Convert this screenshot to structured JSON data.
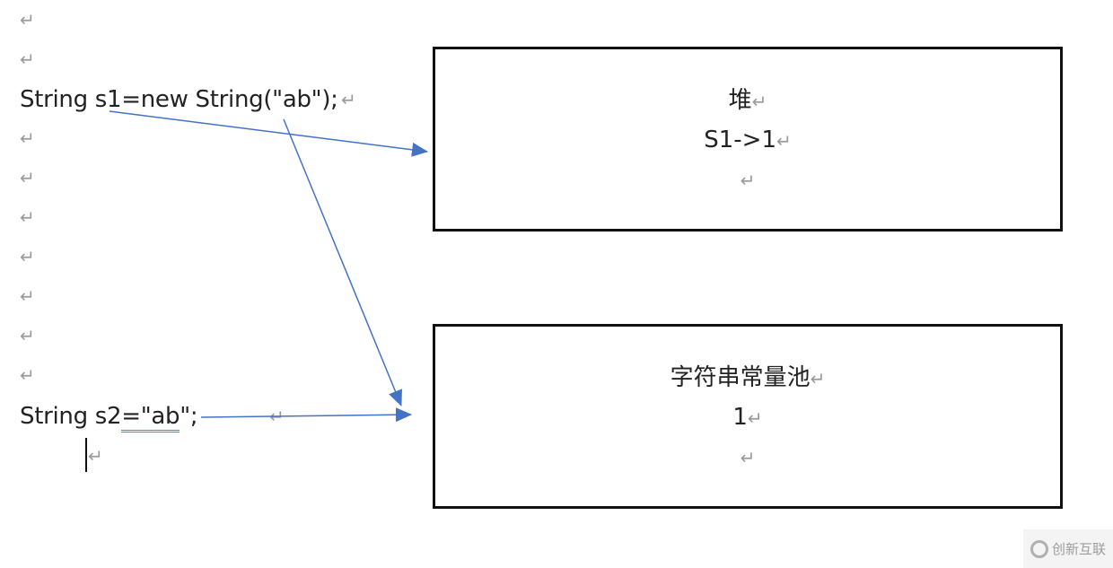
{
  "paragraph_mark": "↵",
  "code_lines": {
    "line1": "String s1=new String(\"ab\");",
    "line2_prefix": "String s2",
    "line2_underlined": "=\"ab",
    "line2_suffix": "\";"
  },
  "heap_box": {
    "title": "堆",
    "entry": "S1->1"
  },
  "pool_box": {
    "title": "字符串常量池",
    "entry": "1"
  },
  "arrow_color": "#4472c4",
  "watermark": {
    "text": "创新互联"
  }
}
